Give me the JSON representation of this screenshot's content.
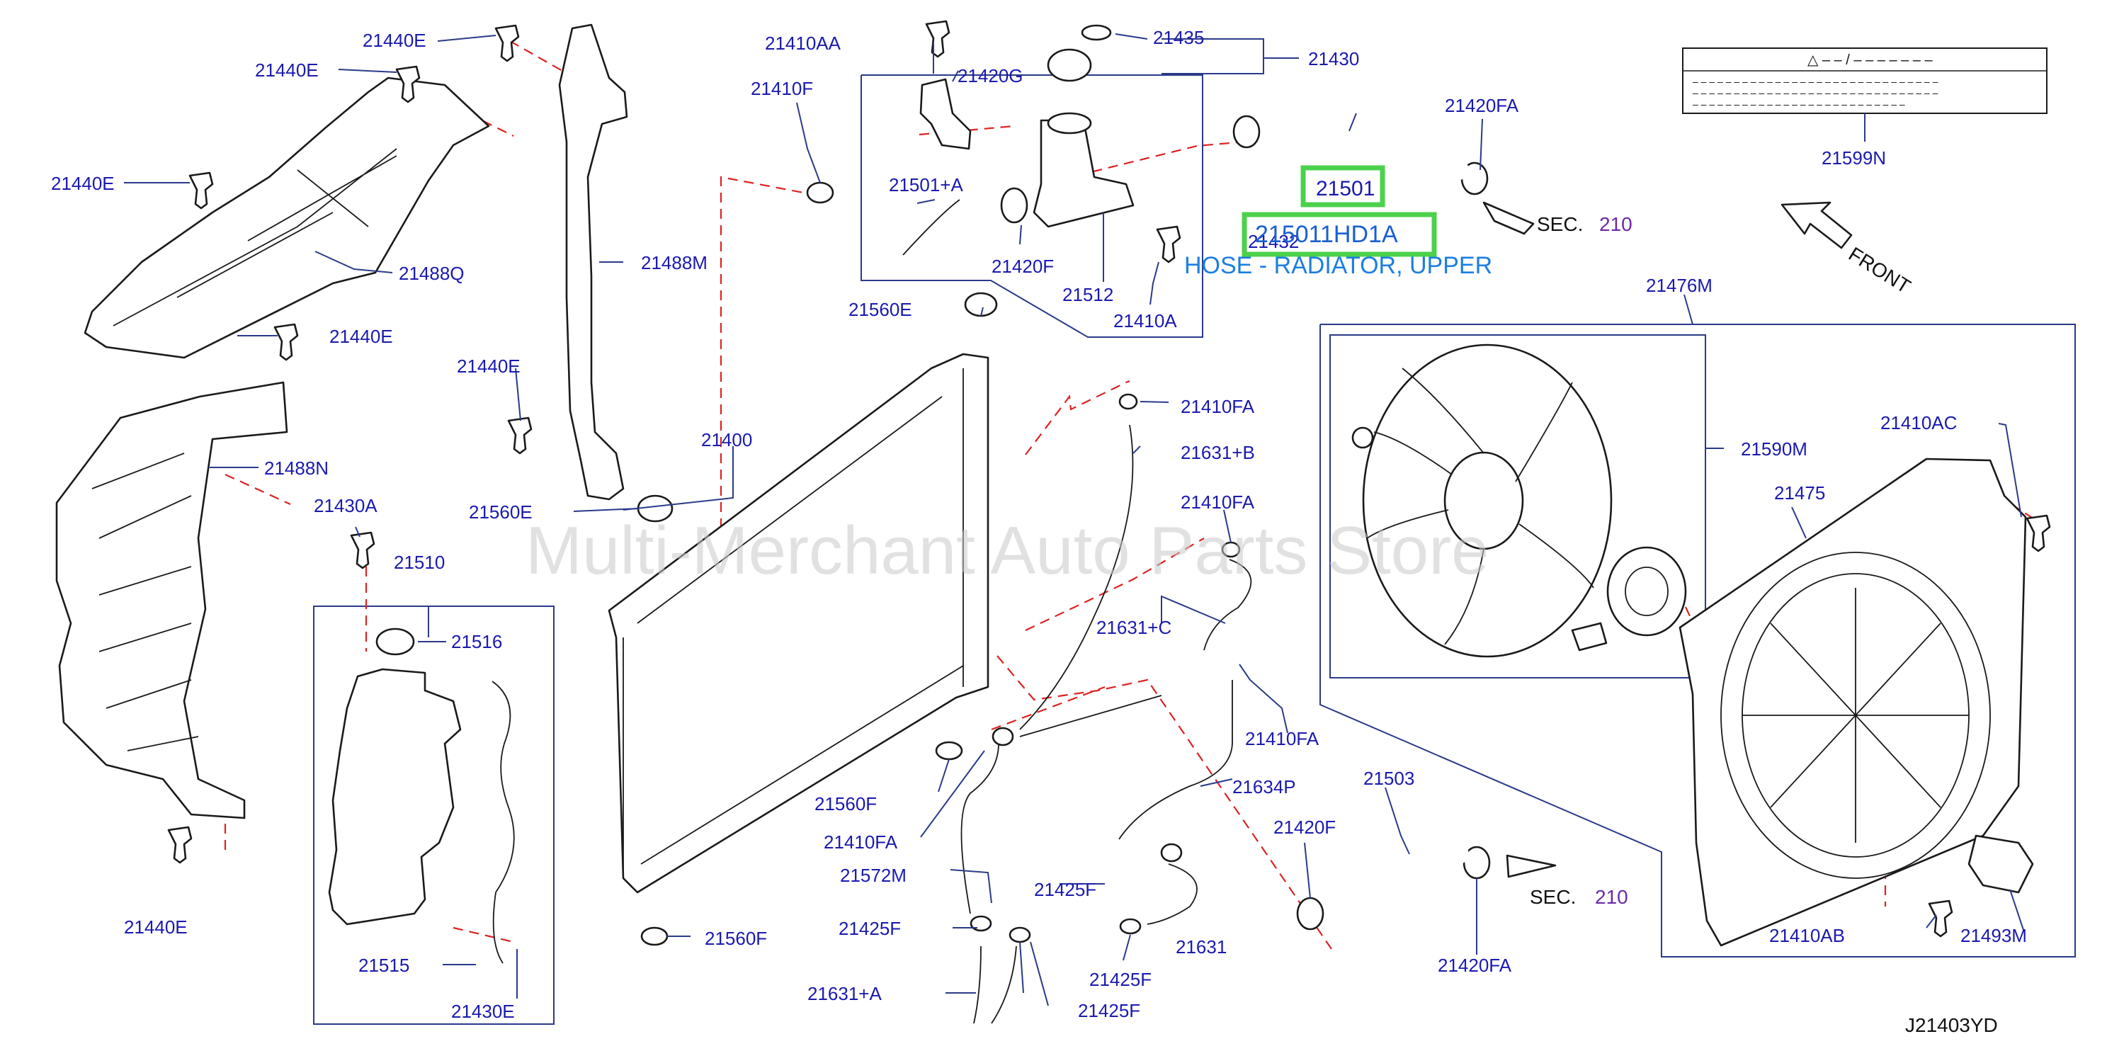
{
  "diagram_id": "J21403YD",
  "watermark": "Multi-Merchant Auto Parts Store",
  "highlight": {
    "part_number": "21501",
    "full_part_number": "215011HD1A",
    "description": "HOSE - RADIATOR, UPPER"
  },
  "front_label": "FRONT",
  "sec_prefix": "SEC.",
  "sec_number": "210",
  "label_box": {
    "line1": "△ – – / – – – – – – –",
    "line2": "– – – – – – – – – – – – – – – – – – – – – – – – – – – – – –",
    "line3": "– – – – – – – – – – – – – – – – – – – – – – – – – – – – – –",
    "line4": "– – – – – – – – – – – – – – – – – – – – – – – – – –"
  },
  "labels": {
    "l21440E_1": "21440E",
    "l21440E_2": "21440E",
    "l21440E_3": "21440E",
    "l21440E_4": "21440E",
    "l21440E_5": "21440E",
    "l21440E_6": "21440E",
    "l21488Q": "21488Q",
    "l21488M": "21488M",
    "l21488N": "21488N",
    "l21430A": "21430A",
    "l21510": "21510",
    "l21516": "21516",
    "l21515": "21515",
    "l21430E": "21430E",
    "l21410AA": "21410AA",
    "l21420G": "21420G",
    "l21435": "21435",
    "l21430": "21430",
    "l21410F": "21410F",
    "l21501A": "21501+A",
    "l21420F_1": "21420F",
    "l21512": "21512",
    "l21410A": "21410A",
    "l21432": "21432",
    "l21420FA_1": "21420FA",
    "l21599N": "21599N",
    "l21560E_1": "21560E",
    "l21560E_2": "21560E",
    "l21400": "21400",
    "l21560F_1": "21560F",
    "l21560F_2": "21560F",
    "l21410FA_1": "21410FA",
    "l21410FA_2": "21410FA",
    "l21410FA_3": "21410FA",
    "l21410FA_4": "21410FA",
    "l21631B": "21631+B",
    "l21631C": "21631+C",
    "l21631A": "21631+A",
    "l21631": "21631",
    "l21634P": "21634P",
    "l21572M": "21572M",
    "l21425F_1": "21425F",
    "l21425F_2": "21425F",
    "l21425F_3": "21425F",
    "l21425F_4": "21425F",
    "l21503": "21503",
    "l21420F_2": "21420F",
    "l21420FA_2": "21420FA",
    "l21476M": "21476M",
    "l21590M": "21590M",
    "l21410AC": "21410AC",
    "l21475": "21475",
    "l21410AB": "21410AB",
    "l21493M": "21493M"
  }
}
